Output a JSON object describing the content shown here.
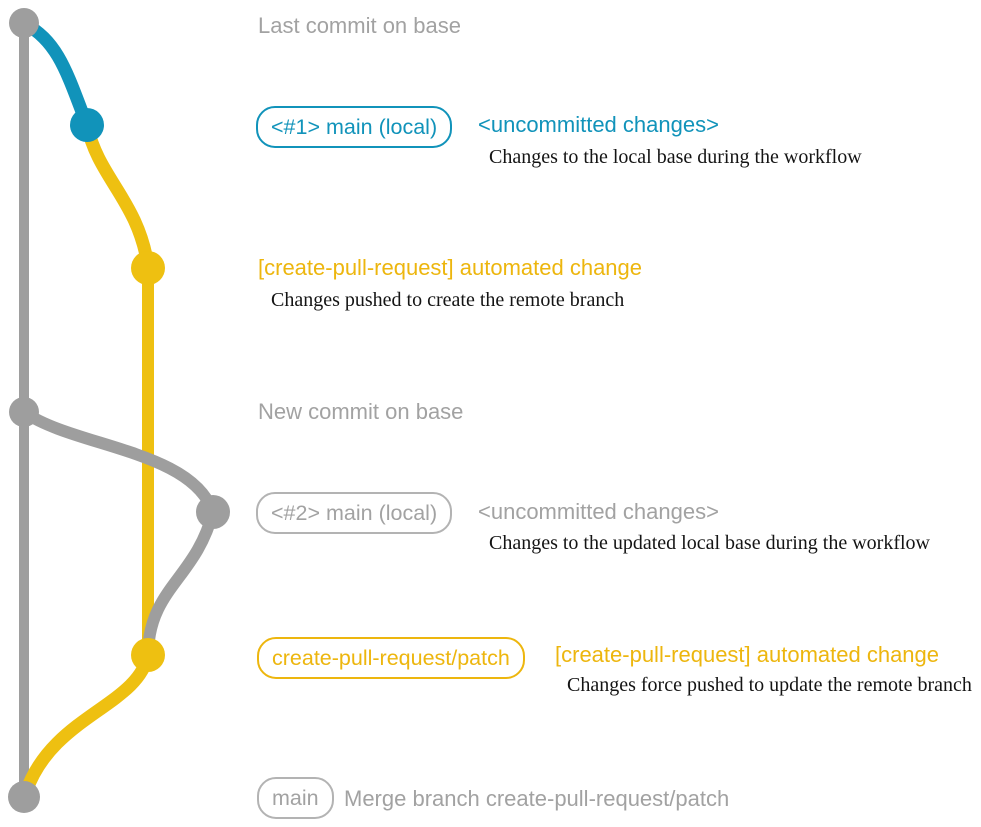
{
  "colors": {
    "gray": "#9e9e9e",
    "gray_text": "#a2a2a2",
    "badge_gray_border": "#b3b3b3",
    "teal": "#1193ba",
    "yellow": "#eec011",
    "yellow_text": "#edb60e",
    "caption": "#141414"
  },
  "notes": {
    "last_commit": "Last commit on base",
    "new_commit": "New commit on base"
  },
  "row1": {
    "badge": "<#1> main (local)",
    "status": "<uncommitted changes>",
    "caption": "Changes to the local base during the workflow"
  },
  "row2": {
    "title": "[create-pull-request] automated change",
    "caption": "Changes pushed to create the remote branch"
  },
  "row3": {
    "badge": "<#2> main (local)",
    "status": "<uncommitted changes>",
    "caption": "Changes to the updated local base during the workflow"
  },
  "row4": {
    "badge": "create-pull-request/patch",
    "title": "[create-pull-request] automated change",
    "caption": "Changes force pushed to update the remote branch"
  },
  "row5": {
    "badge": "main",
    "text": "Merge branch create-pull-request/patch"
  },
  "graph": {
    "commits": [
      {
        "id": "last-commit-on-base",
        "branch": "base",
        "color_key": "gray"
      },
      {
        "id": "main-local-1",
        "branch": "main (local)",
        "color_key": "teal"
      },
      {
        "id": "automated-change-1",
        "branch": "create-pull-request/patch",
        "color_key": "yellow"
      },
      {
        "id": "new-commit-on-base",
        "branch": "base",
        "color_key": "gray"
      },
      {
        "id": "main-local-2",
        "branch": "main (local)",
        "color_key": "gray"
      },
      {
        "id": "automated-change-2",
        "branch": "create-pull-request/patch",
        "color_key": "yellow"
      },
      {
        "id": "merge-commit",
        "branch": "main",
        "color_key": "gray"
      }
    ]
  }
}
